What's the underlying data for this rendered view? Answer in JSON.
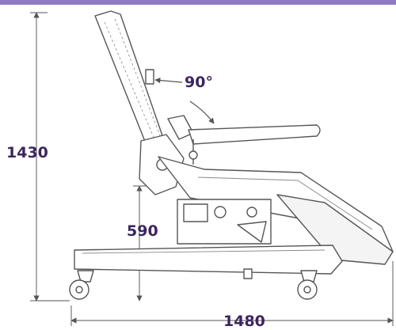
{
  "colors": {
    "accent": "#8e7cc3",
    "label": "#3d2560",
    "line": "#555555",
    "dim": "#999999"
  },
  "dimensions": {
    "overall_height": "1430",
    "seat_height": "590",
    "overall_length": "1480",
    "backrest_angle": "90°"
  }
}
